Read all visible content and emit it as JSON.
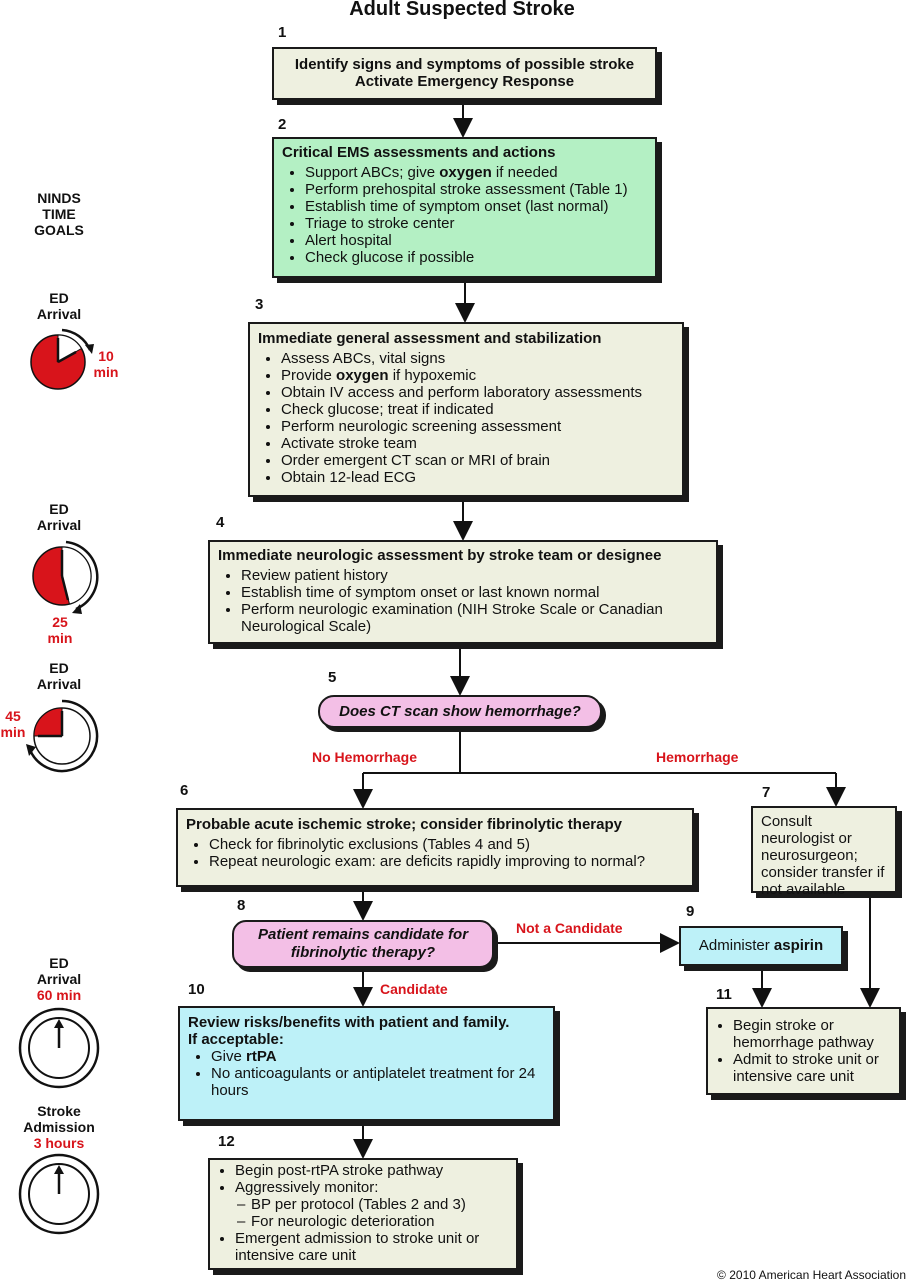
{
  "title": "Adult Suspected Stroke",
  "ninds": [
    "NINDS",
    "TIME",
    "GOALS"
  ],
  "steps": {
    "s1": {
      "num": "1",
      "lines": [
        "Identify signs and symptoms of possible stroke",
        "Activate Emergency Response"
      ]
    },
    "s2": {
      "num": "2",
      "head": "Critical EMS assessments and actions",
      "items": [
        "Support ABCs; give ",
        "oxygen",
        " if needed",
        "Perform prehospital stroke assessment (Table 1)",
        "Establish time of symptom onset (last normal)",
        "Triage to stroke center",
        "Alert hospital",
        "Check glucose if possible"
      ]
    },
    "s3": {
      "num": "3",
      "head": "Immediate general assessment and stabilization",
      "items": [
        "Assess ABCs, vital signs",
        "Provide ",
        "oxygen",
        " if hypoxemic",
        "Obtain IV access and perform laboratory assessments",
        "Check glucose; treat if indicated",
        "Perform neurologic screening assessment",
        "Activate stroke team",
        "Order emergent CT scan or MRI of brain",
        "Obtain 12-lead ECG"
      ]
    },
    "s4": {
      "num": "4",
      "head": "Immediate neurologic assessment by stroke team or designee",
      "items": [
        "Review patient history",
        "Establish time of symptom onset or last known normal",
        "Perform neurologic examination (NIH Stroke Scale or Canadian Neurological Scale)"
      ]
    },
    "s5": {
      "num": "5",
      "question": "Does CT scan show hemorrhage?"
    },
    "s6": {
      "num": "6",
      "head": "Probable acute ischemic stroke; consider fibrinolytic therapy",
      "items": [
        "Check for fibrinolytic exclusions (Tables 4 and 5)",
        "Repeat neurologic exam: are deficits rapidly improving to normal?"
      ]
    },
    "s7": {
      "num": "7",
      "text": "Consult neurologist or neurosurgeon; consider transfer if not available"
    },
    "s8": {
      "num": "8",
      "question_1": "Patient remains candidate for",
      "question_2": "fibrinolytic therapy?"
    },
    "s9": {
      "num": "9",
      "text": "Administer ",
      "bold": "aspirin"
    },
    "s10": {
      "num": "10",
      "head_1": "Review risks/benefits with patient and family.",
      "head_2": "If acceptable:",
      "items": [
        "Give ",
        "rtPA",
        "No anticoagulants or antiplatelet treatment for 24 hours"
      ]
    },
    "s11": {
      "num": "11",
      "items": [
        "Begin stroke or hemorrhage pathway",
        "Admit to stroke unit or intensive care unit"
      ]
    },
    "s12": {
      "num": "12",
      "items": [
        "Begin post-rtPA stroke pathway",
        "Aggressively monitor:",
        "BP per protocol (Tables 2 and 3)",
        "For neurologic deterioration",
        "Emergent admission to stroke unit or intensive care unit"
      ]
    }
  },
  "branches": {
    "no_hemorrhage": "No Hemorrhage",
    "hemorrhage": "Hemorrhage",
    "not_candidate": "Not a Candidate",
    "candidate": "Candidate"
  },
  "clocks": [
    {
      "label_1": "ED",
      "label_2": "Arrival",
      "time_1": "10",
      "time_2": "min",
      "fraction": 0.1667
    },
    {
      "label_1": "ED",
      "label_2": "Arrival",
      "time_1": "25",
      "time_2": "min",
      "fraction": 0.4167
    },
    {
      "label_1": "ED",
      "label_2": "Arrival",
      "time_1": "45",
      "time_2": "min",
      "fraction": 0.75
    },
    {
      "label_1": "ED",
      "label_2": "Arrival",
      "time_1": "60 min",
      "fraction": 1.0
    },
    {
      "label_1": "Stroke",
      "label_2": "Admission",
      "time_1": "3 hours",
      "fraction": 1.0
    }
  ],
  "copyright": "© 2010 American Heart Association",
  "colors": {
    "accent_red": "#d8141b",
    "box_beige": "#eef0e0",
    "box_green": "#b4f0c4",
    "box_cyan": "#bdf1f8",
    "pill_pink": "#f3bfe6"
  }
}
